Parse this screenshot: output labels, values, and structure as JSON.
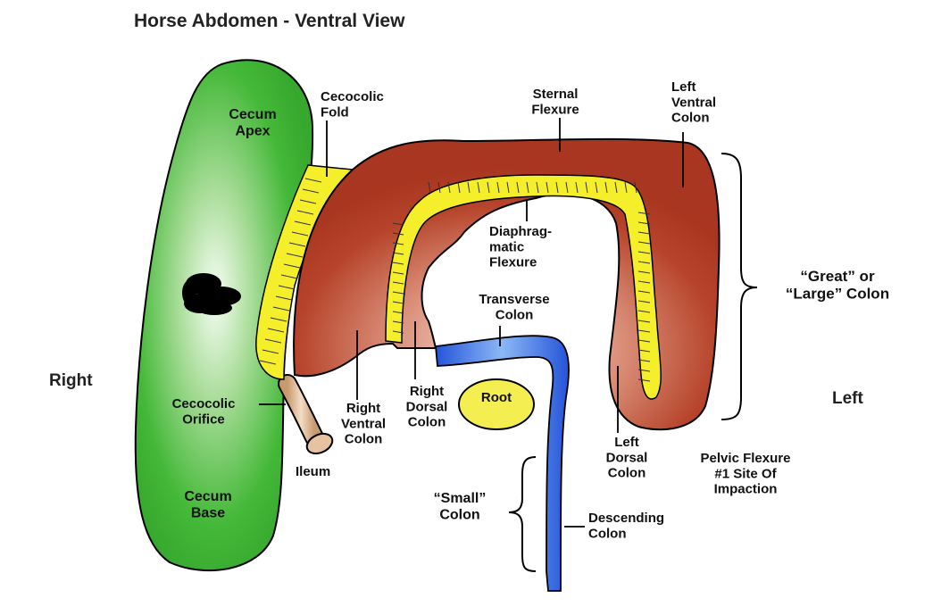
{
  "title": "Horse Abdomen - Ventral View",
  "orientation": {
    "right": "Right",
    "left": "Left"
  },
  "labels": {
    "cecum_apex": [
      "Cecum",
      "Apex"
    ],
    "cecum_base": [
      "Cecum",
      "Base"
    ],
    "cecocolic_fold": [
      "Cecocolic",
      "Fold"
    ],
    "cecocolic_orifice": [
      "Cecocolic",
      "Orifice"
    ],
    "ileum": "Ileum",
    "sternal_flexure": [
      "Sternal",
      "Flexure"
    ],
    "left_ventral_colon": [
      "Left",
      "Ventral",
      "Colon"
    ],
    "diaphragmatic_flexure": [
      "Diaphrag-",
      "matic",
      "Flexure"
    ],
    "transverse_colon": [
      "Transverse",
      "Colon"
    ],
    "right_ventral_colon": [
      "Right",
      "Ventral",
      "Colon"
    ],
    "right_dorsal_colon": [
      "Right",
      "Dorsal",
      "Colon"
    ],
    "root": "Root",
    "left_dorsal_colon": [
      "Left",
      "Dorsal",
      "Colon"
    ],
    "pelvic_flexure": [
      "Pelvic Flexure",
      "#1 Site Of",
      "Impaction"
    ],
    "great_colon": [
      "“Great” or",
      "“Large” Colon"
    ],
    "small_colon": [
      "“Small”",
      "Colon"
    ],
    "descending_colon": [
      "Descending",
      "Colon"
    ]
  },
  "colors": {
    "cecum": "#3cb334",
    "cecum_highlight": "#f2fcf0",
    "large_colon": "#b03a22",
    "large_colon_light": "#f3d8d0",
    "fold": "#f5ee2a",
    "small_colon": "#2a5ae0",
    "small_colon_light": "#7fb0f5",
    "root": "#f5ee50",
    "ileum": "#e8c4a0",
    "outline": "#000000"
  }
}
